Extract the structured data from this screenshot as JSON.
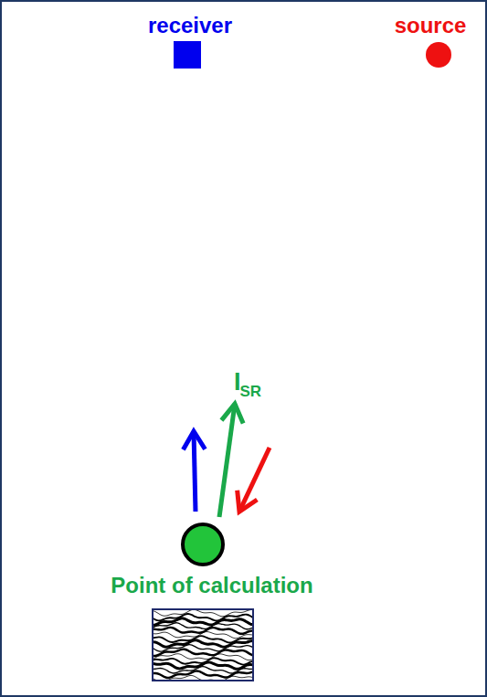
{
  "diagram": {
    "nodes": [
      {
        "text": [
          "receiver"
        ]
      },
      {
        "text": [
          "source"
        ]
      },
      {
        "text": [
          "Point of calculation"
        ]
      }
    ],
    "labels": [
      "I",
      "SR"
    ]
  }
}
